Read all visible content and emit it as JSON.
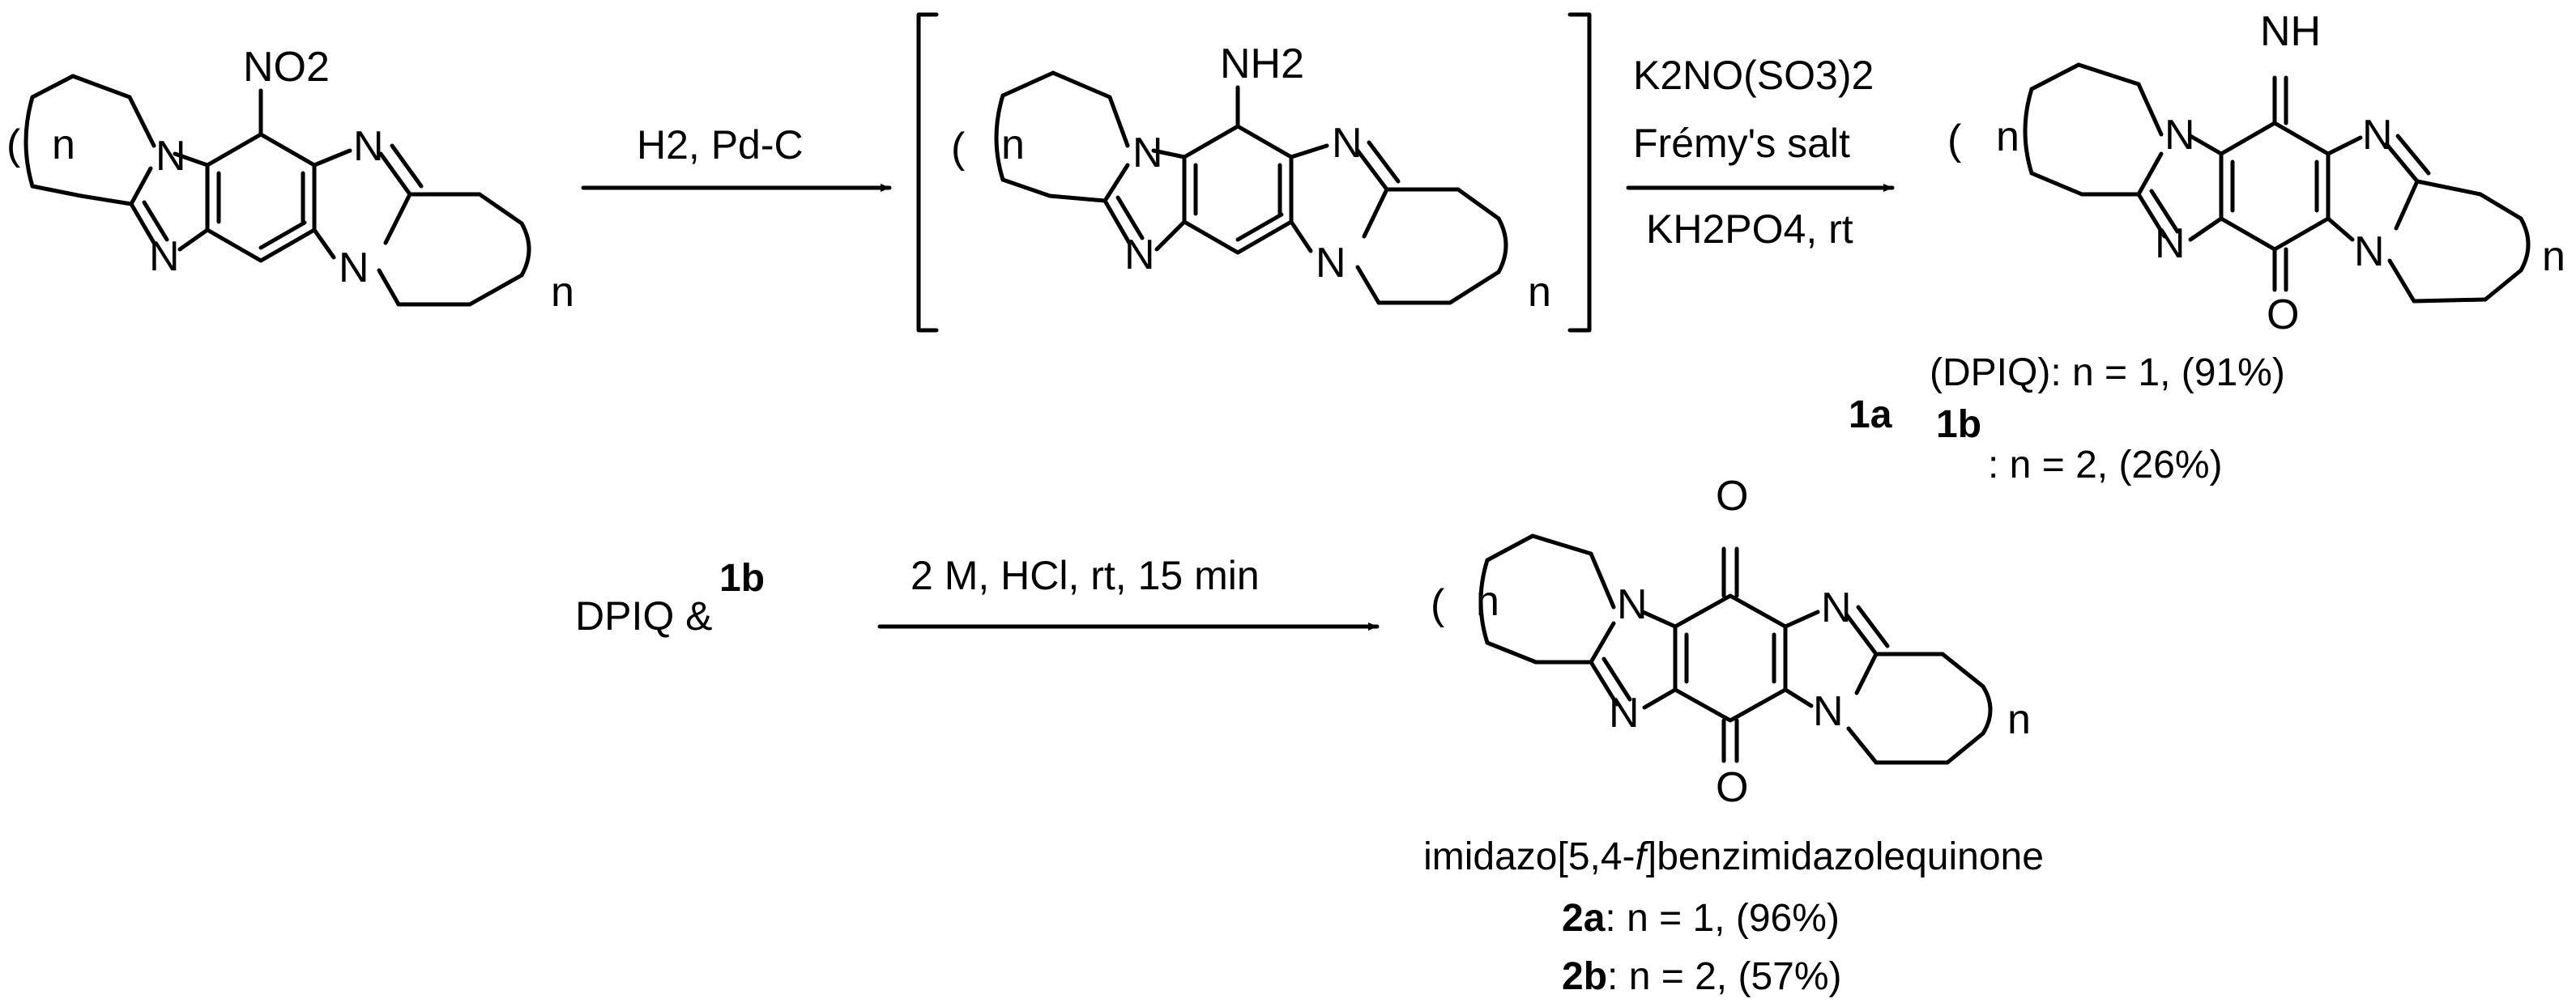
{
  "compounds": {
    "nitro_substituent": "NO2",
    "amino_substituent": "NH2",
    "imine_substituent": "NH",
    "carbonyl_oxygen": "O",
    "ring_nitrogen": "N",
    "ring_size_index": "n"
  },
  "step1": {
    "reagent": "H2, Pd-C"
  },
  "step2": {
    "reagent_line1": "K2NO(SO3)2",
    "reagent_line2": "Frémy's salt",
    "reagent_line3": "KH2PO4, rt"
  },
  "product1": {
    "label_a": "1a",
    "label_a_text": "(DPIQ): n = 1, (91%)",
    "label_b": "1b",
    "label_b_text": ": n = 2, (26%)"
  },
  "step3": {
    "reactant_text": "DPIQ &",
    "reactant_bold": "1b",
    "reagent": "2 M, HCl, rt, 15 min"
  },
  "product2": {
    "name_prefix": "imidazo[5,4-",
    "name_italic": "f",
    "name_suffix": "]benzimidazolequinone",
    "label_a": "2a",
    "label_a_text": ": n = 1, (96%)",
    "label_b": "2b",
    "label_b_text": ": n = 2, (57%)"
  }
}
